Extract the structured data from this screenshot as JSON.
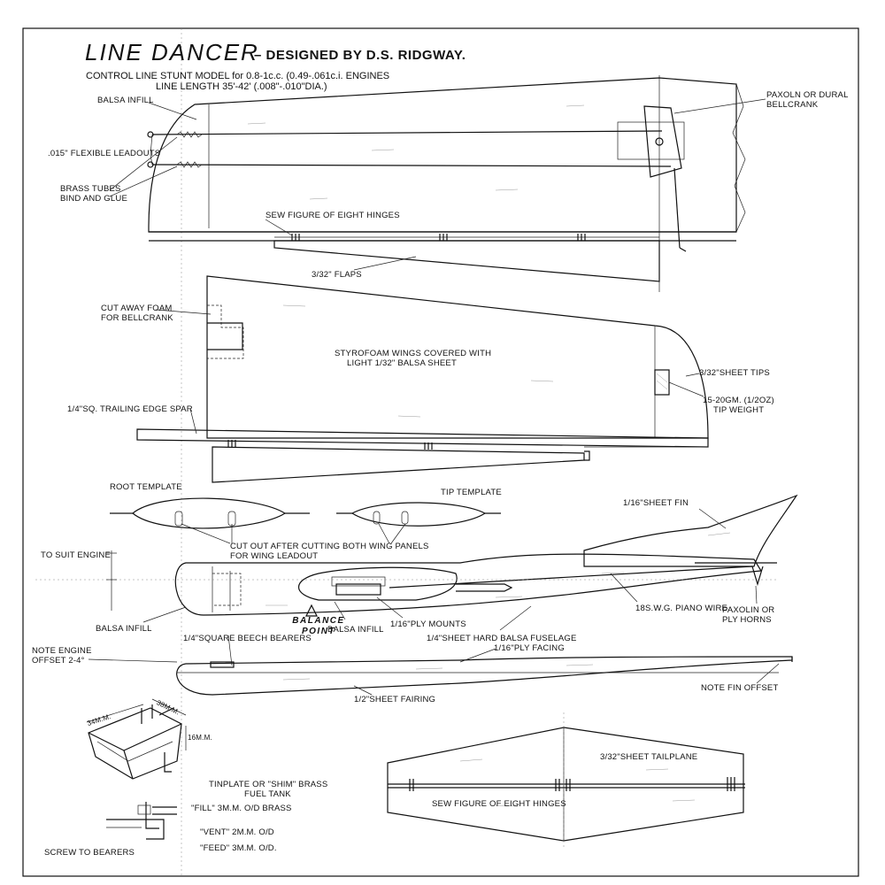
{
  "header": {
    "title": "LINE DANCER",
    "designer": "– DESIGNED BY D.S. RIDGWAY.",
    "subtitle_1": "CONTROL LINE STUNT MODEL for 0.8-1c.c. (0.49-.061c.i. ENGINES",
    "subtitle_2": "LINE LENGTH 35'-42' (.008\"-.010\"DIA.)"
  },
  "labels": {
    "balsa_infill_top": "BALSA INFILL",
    "leadouts": ".015\" FLEXIBLE LEADOUTS",
    "brass_tubes_1": "BRASS TUBES",
    "brass_tubes_2": "BIND AND GLUE",
    "bellcrank_1": "PAXOLN OR DURAL",
    "bellcrank_2": "BELLCRANK",
    "hinges_top": "SEW FIGURE OF EIGHT HINGES",
    "flaps": "3/32\" FLAPS",
    "cut_foam_1": "CUT AWAY FOAM",
    "cut_foam_2": "FOR BELLCRANK",
    "styro_1": "STYROFOAM WINGS COVERED WITH",
    "styro_2": "LIGHT 1/32\" BALSA SHEET",
    "sheet_tips": "3/32\"SHEET TIPS",
    "tip_weight_1": "15-20gm. (1/2oz)",
    "tip_weight_2": "TIP WEIGHT",
    "te_spar": "1/4\"SQ. TRAILING EDGE SPAR",
    "root_template": "ROOT TEMPLATE",
    "tip_template": "TIP TEMPLATE",
    "cut_out_1": "CUT OUT AFTER CUTTING BOTH WING PANELS",
    "cut_out_2": "FOR WING LEADOUT",
    "sheet_fin": "1/16\"SHEET FIN",
    "to_suit_engine": "TO SUIT ENGINE",
    "balsa_infill_fuse": "BALSA INFILL",
    "balsa_infill_mid": "BALSA INFILL",
    "ply_mounts": "1/16\"PLY MOUNTS",
    "piano_wire": "18s.w.g. PIANO WIRE",
    "horns_1": "PAXOLIN OR",
    "horns_2": "PLY HORNS",
    "beech_bearers": "1/4\"SQUARE BEECH BEARERS",
    "balance_1": "BALANCE",
    "balance_2": "POINT",
    "hard_balsa": "1/4\"SHEET HARD BALSA FUSELAGE",
    "ply_facing": "1/16\"PLY FACING",
    "engine_offset_1": "NOTE ENGINE",
    "engine_offset_2": "OFFSET 2-4°",
    "fairing": "1/2\"SHEET FAIRING",
    "fin_offset": "NOTE FIN OFFSET",
    "dim_34": "34m.m.",
    "dim_38": "38m.m.",
    "dim_16": "16m.m.",
    "tank_1": "TINPLATE OR \"SHIM\" BRASS",
    "tank_2": "FUEL TANK",
    "fill": "\"FILL\" 3m.m. O/D BRASS",
    "vent": "\"VENT\" 2m.m. O/D",
    "feed": "\"FEED\" 3m.m. O/D.",
    "screw": "SCREW TO BEARERS",
    "tailplane": "3/32\"SHEET TAILPLANE",
    "hinges_tail": "SEW FIGURE OF EIGHT HINGES"
  }
}
